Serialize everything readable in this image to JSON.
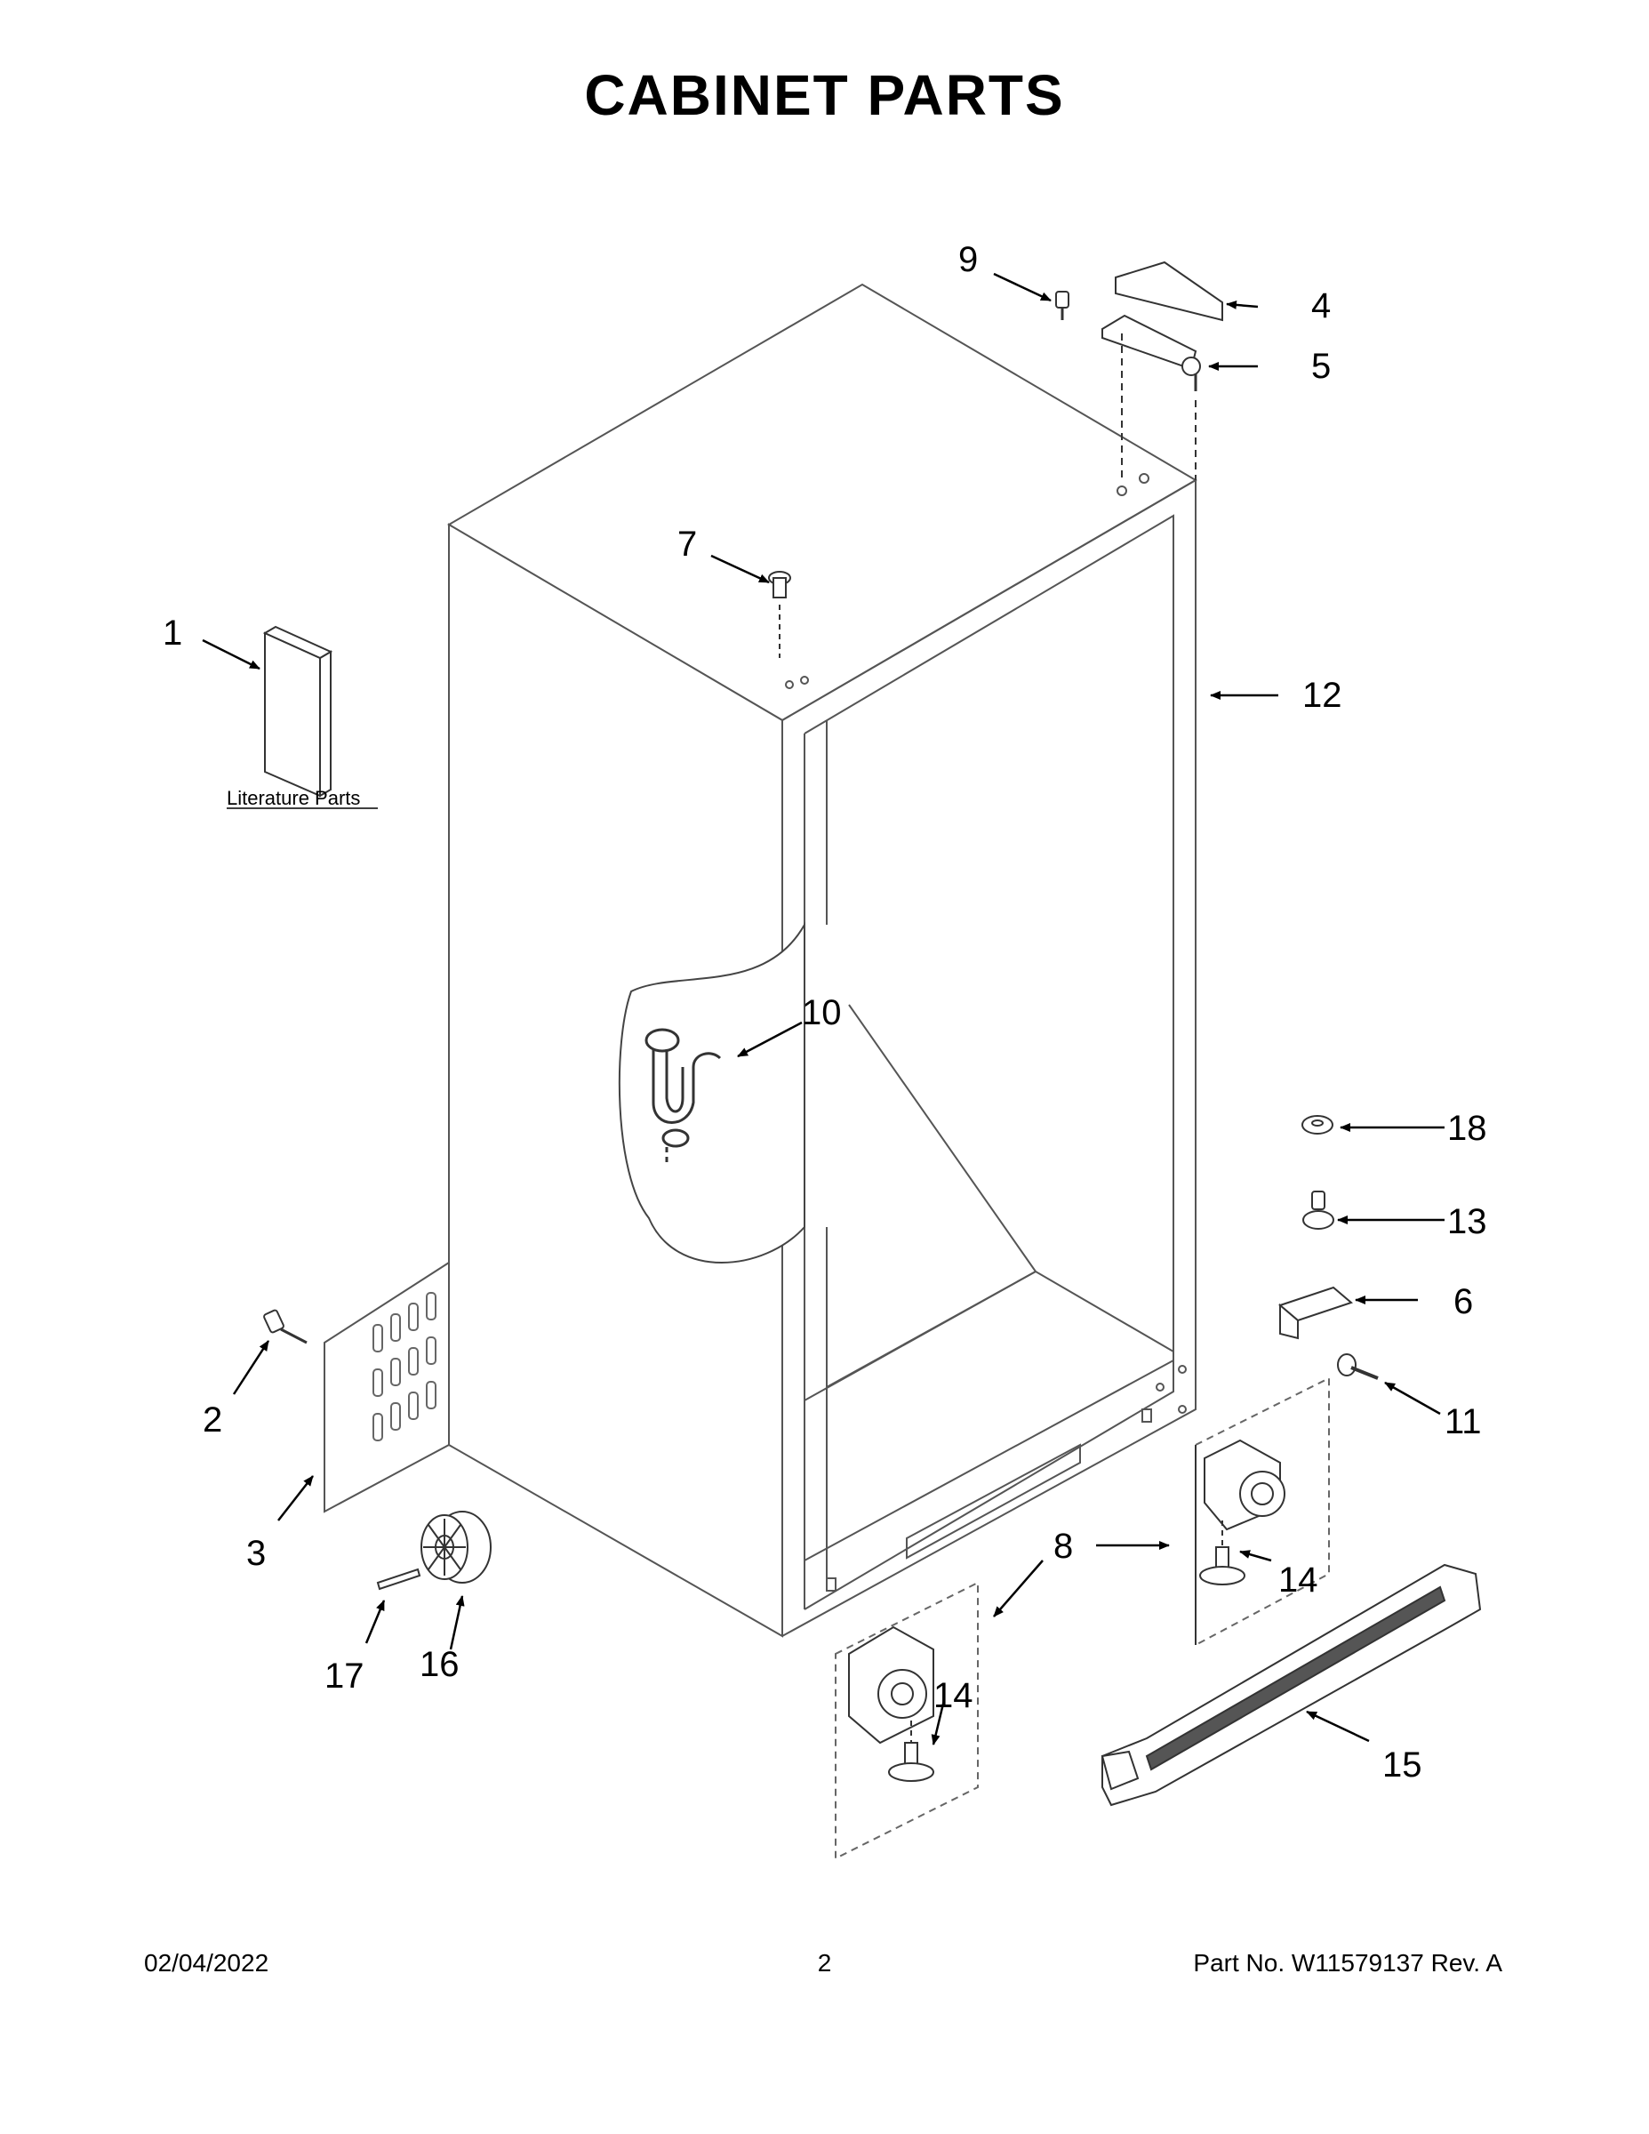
{
  "title": "CABINET PARTS",
  "literature_label": "Literature Parts",
  "callouts": {
    "c1": "1",
    "c2": "2",
    "c3": "3",
    "c4": "4",
    "c5": "5",
    "c6": "6",
    "c7": "7",
    "c8": "8",
    "c9": "9",
    "c10": "10",
    "c11": "11",
    "c12": "12",
    "c13": "13",
    "c14a": "14",
    "c14b": "14",
    "c15": "15",
    "c16": "16",
    "c17": "17",
    "c18": "18"
  },
  "footer": {
    "date": "02/04/2022",
    "page": "2",
    "part": "Part No.  W11579137  Rev.  A"
  }
}
